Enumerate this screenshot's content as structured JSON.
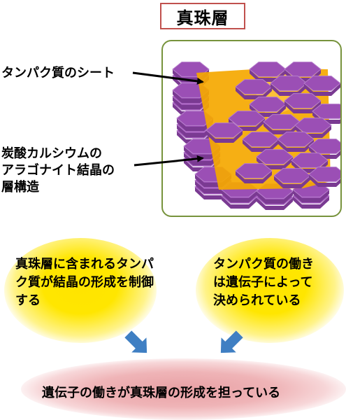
{
  "title": "真珠層",
  "labels": {
    "protein_sheet": "タンパク質のシート",
    "aragonite_lines": [
      "炭酸カルシウムの",
      "アラゴナイト結晶の",
      "層構造"
    ]
  },
  "boxes": {
    "left": [
      "真珠層に含まれるタンパ",
      "ク質が結晶の形成を制御",
      "する"
    ],
    "right": [
      "タンパク質の働き",
      "は遺伝子によって",
      "決められている"
    ],
    "conclusion": "遺伝子の働きが真珠層の形成を担っている"
  },
  "colors": {
    "title_border": "#c0504d",
    "frame_border": "#77933c",
    "crystal": "#9b4fb5",
    "protein_sheet": "#f5a800",
    "blob_yellow": "#ffe600",
    "blob_pink": "#e8a0a4",
    "arrow_blue": "#3f7fc3"
  }
}
